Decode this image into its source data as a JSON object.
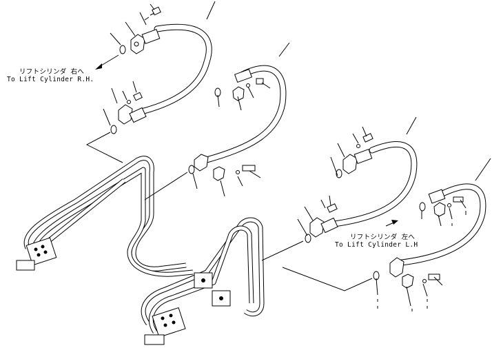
{
  "callouts": {
    "rh_jp": "リフトシリンダ 右へ",
    "rh_en": "To Lift Cylinder R.H.",
    "lh_jp": "リフトシリンダ 左へ",
    "lh_en": "To Lift Cylinder L.H"
  }
}
